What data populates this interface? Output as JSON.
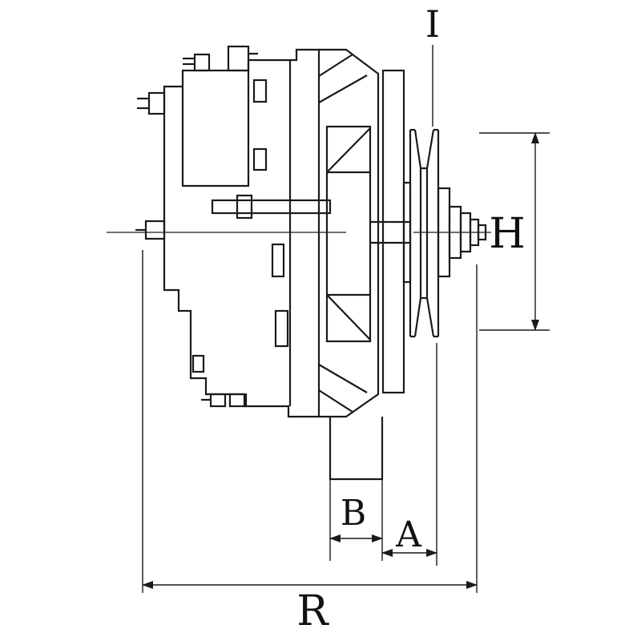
{
  "drawing": {
    "subject": "alternator-side-view-dimension-drawing",
    "colors": {
      "line": "#1a1a1a",
      "background": "#ffffff"
    },
    "labels": {
      "i": "I",
      "h": "H",
      "b": "B",
      "a": "A",
      "r": "R"
    }
  }
}
